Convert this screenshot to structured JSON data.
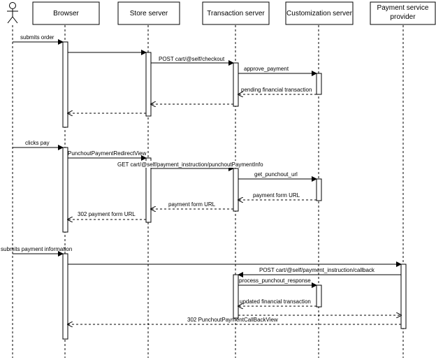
{
  "participants": [
    {
      "id": "user",
      "label": "",
      "type": "actor"
    },
    {
      "id": "browser",
      "label": "Browser"
    },
    {
      "id": "store",
      "label": "Store server"
    },
    {
      "id": "transaction",
      "label": "Transaction server"
    },
    {
      "id": "custom",
      "label": "Customization server"
    },
    {
      "id": "psp",
      "label": "Payment service provider"
    }
  ],
  "messages": [
    {
      "from": "user",
      "to": "browser",
      "label": "submits order",
      "dashed": false
    },
    {
      "from": "browser",
      "to": "store",
      "label": "",
      "dashed": false
    },
    {
      "from": "store",
      "to": "transaction",
      "label": "POST cart/@self/checkout",
      "dashed": false
    },
    {
      "from": "transaction",
      "to": "custom",
      "label": "approve_payment",
      "dashed": false
    },
    {
      "from": "custom",
      "to": "transaction",
      "label": "pending financial transaction",
      "dashed": true
    },
    {
      "from": "transaction",
      "to": "store",
      "label": "",
      "dashed": true
    },
    {
      "from": "store",
      "to": "browser",
      "label": "",
      "dashed": true
    },
    {
      "from": "user",
      "to": "browser",
      "label": "clicks pay",
      "dashed": false
    },
    {
      "from": "browser",
      "to": "store",
      "label": "PunchoutPaymentRedirectView",
      "dashed": false
    },
    {
      "from": "store",
      "to": "transaction",
      "label": "GET cart/@self/payment_instruction/punchoutPaymentInfo",
      "dashed": false
    },
    {
      "from": "transaction",
      "to": "custom",
      "label": "get_punchout_url",
      "dashed": false
    },
    {
      "from": "custom",
      "to": "transaction",
      "label": "payment form URL",
      "dashed": true
    },
    {
      "from": "transaction",
      "to": "store",
      "label": "payment form URL",
      "dashed": true
    },
    {
      "from": "store",
      "to": "browser",
      "label": "302 payment form URL",
      "dashed": true
    },
    {
      "from": "user",
      "to": "browser",
      "label": "submits payment information",
      "dashed": false
    },
    {
      "from": "browser",
      "to": "psp",
      "label": "",
      "dashed": false
    },
    {
      "from": "psp",
      "to": "transaction",
      "label": "POST cart/@self/payment_instruction/callback",
      "dashed": false
    },
    {
      "from": "transaction",
      "to": "custom",
      "label": "process_punchout_response",
      "dashed": false
    },
    {
      "from": "custom",
      "to": "transaction",
      "label": "updated financial transaction",
      "dashed": true
    },
    {
      "from": "transaction",
      "to": "psp",
      "label": "",
      "dashed": true
    },
    {
      "from": "psp",
      "to": "browser",
      "label": "302 PunchoutPaymentCallBackView",
      "dashed": true
    }
  ]
}
